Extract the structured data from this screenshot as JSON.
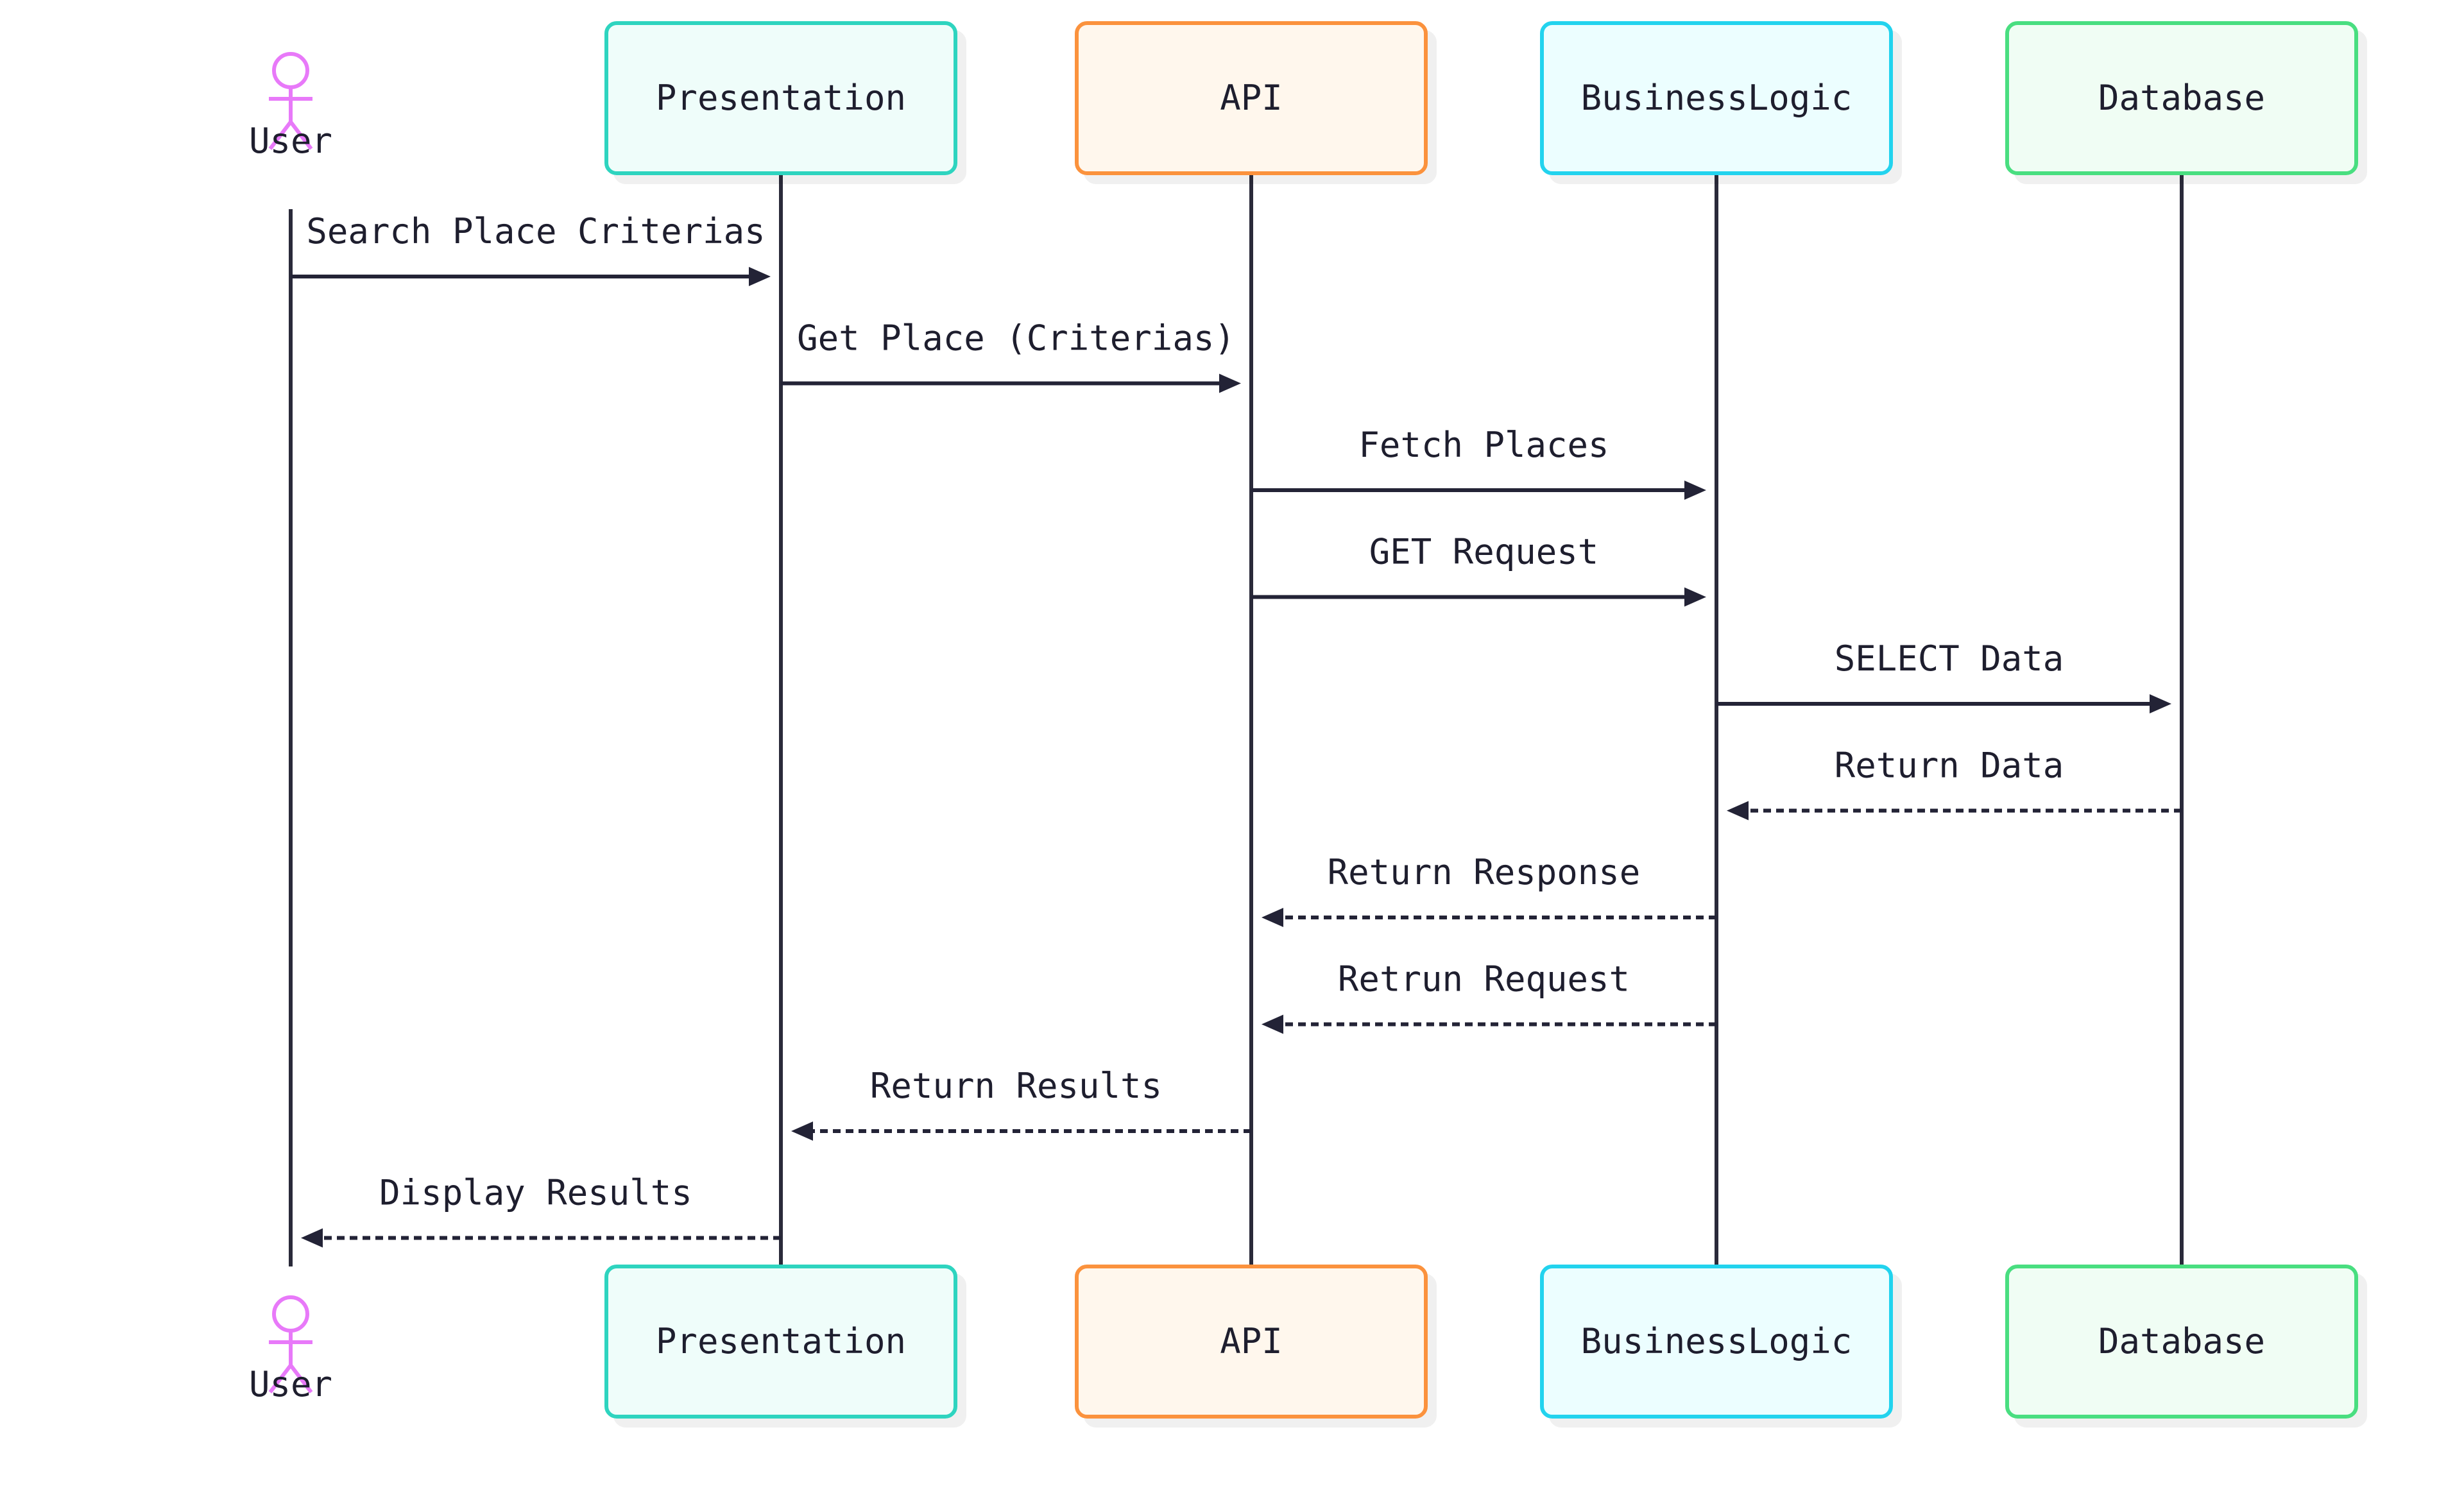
{
  "colors": {
    "ink": "#232336",
    "actor": "#e879f9",
    "teal_border": "#2dd4bf",
    "teal_fill": "#effdfa",
    "orange_border": "#fb923c",
    "orange_fill": "#fff7ed",
    "cyan_border": "#22d3ee",
    "cyan_fill": "#ecfeff",
    "green_border": "#4ade80",
    "green_fill": "#f0fdf4"
  },
  "participants": [
    {
      "id": "user",
      "label": "User",
      "kind": "actor",
      "icon": "stick-figure-icon"
    },
    {
      "id": "presentation",
      "label": "Presentation",
      "kind": "box",
      "color": "teal"
    },
    {
      "id": "api",
      "label": "API",
      "kind": "box",
      "color": "orange"
    },
    {
      "id": "business",
      "label": "BusinessLogic",
      "kind": "box",
      "color": "cyan"
    },
    {
      "id": "database",
      "label": "Database",
      "kind": "box",
      "color": "green"
    }
  ],
  "messages": [
    {
      "from": "user",
      "to": "presentation",
      "label": "Search Place Criterias",
      "style": "solid"
    },
    {
      "from": "presentation",
      "to": "api",
      "label": "Get Place (Criterias)",
      "style": "solid"
    },
    {
      "from": "api",
      "to": "business",
      "label": "Fetch Places",
      "style": "solid"
    },
    {
      "from": "api",
      "to": "business",
      "label": "GET Request",
      "style": "solid"
    },
    {
      "from": "business",
      "to": "database",
      "label": "SELECT Data",
      "style": "solid"
    },
    {
      "from": "database",
      "to": "business",
      "label": "Return Data",
      "style": "dashed"
    },
    {
      "from": "business",
      "to": "api",
      "label": "Return Response",
      "style": "dashed"
    },
    {
      "from": "business",
      "to": "api",
      "label": "Retrun Request",
      "style": "dashed"
    },
    {
      "from": "api",
      "to": "presentation",
      "label": "Return Results",
      "style": "dashed"
    },
    {
      "from": "presentation",
      "to": "user",
      "label": "Display Results",
      "style": "dashed"
    }
  ]
}
